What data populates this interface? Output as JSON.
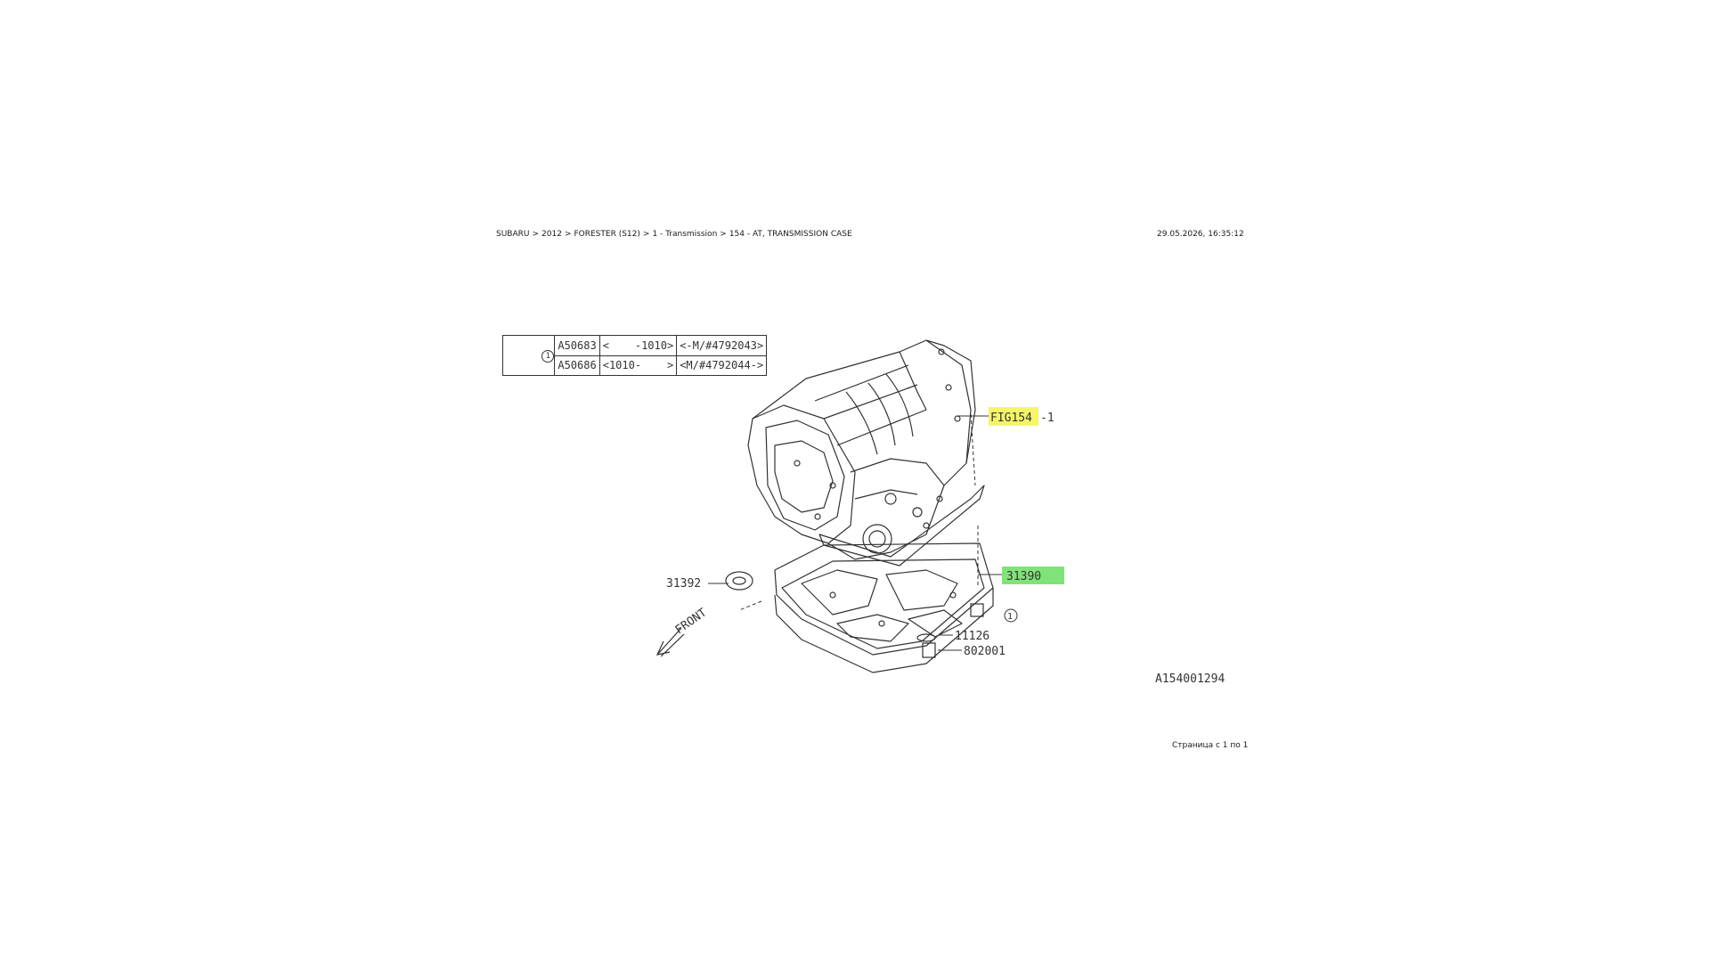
{
  "header": {
    "breadcrumb": [
      "SUBARU",
      "2012",
      "FORESTER (S12)",
      "1 - Transmission",
      "154 - AT, TRANSMISSION CASE"
    ],
    "separator": ">",
    "datetime": "29.05.2026, 16:35:12"
  },
  "variant_table": {
    "marker": "1",
    "rows": [
      {
        "part": "A50683",
        "date": "<    -1010>",
        "serial": "<-M/#4792043>"
      },
      {
        "part": "A50686",
        "date": "<1010-    >",
        "serial": "<M/#4792044->"
      }
    ]
  },
  "callouts": {
    "fig_ref": "FIG154",
    "fig_ref_suffix": "-1",
    "oil_pan": "31390",
    "seal": "31392",
    "drain_marker": "1",
    "gasket": "11126",
    "drain_plug": "802001",
    "front_label": "FRONT",
    "drawing_id": "A154001294"
  },
  "footer": {
    "pagination": "Страница с 1 по 1"
  },
  "colors": {
    "highlight_fig": "#f6f56a",
    "highlight_part": "#7fe37a",
    "line": "#333333"
  }
}
